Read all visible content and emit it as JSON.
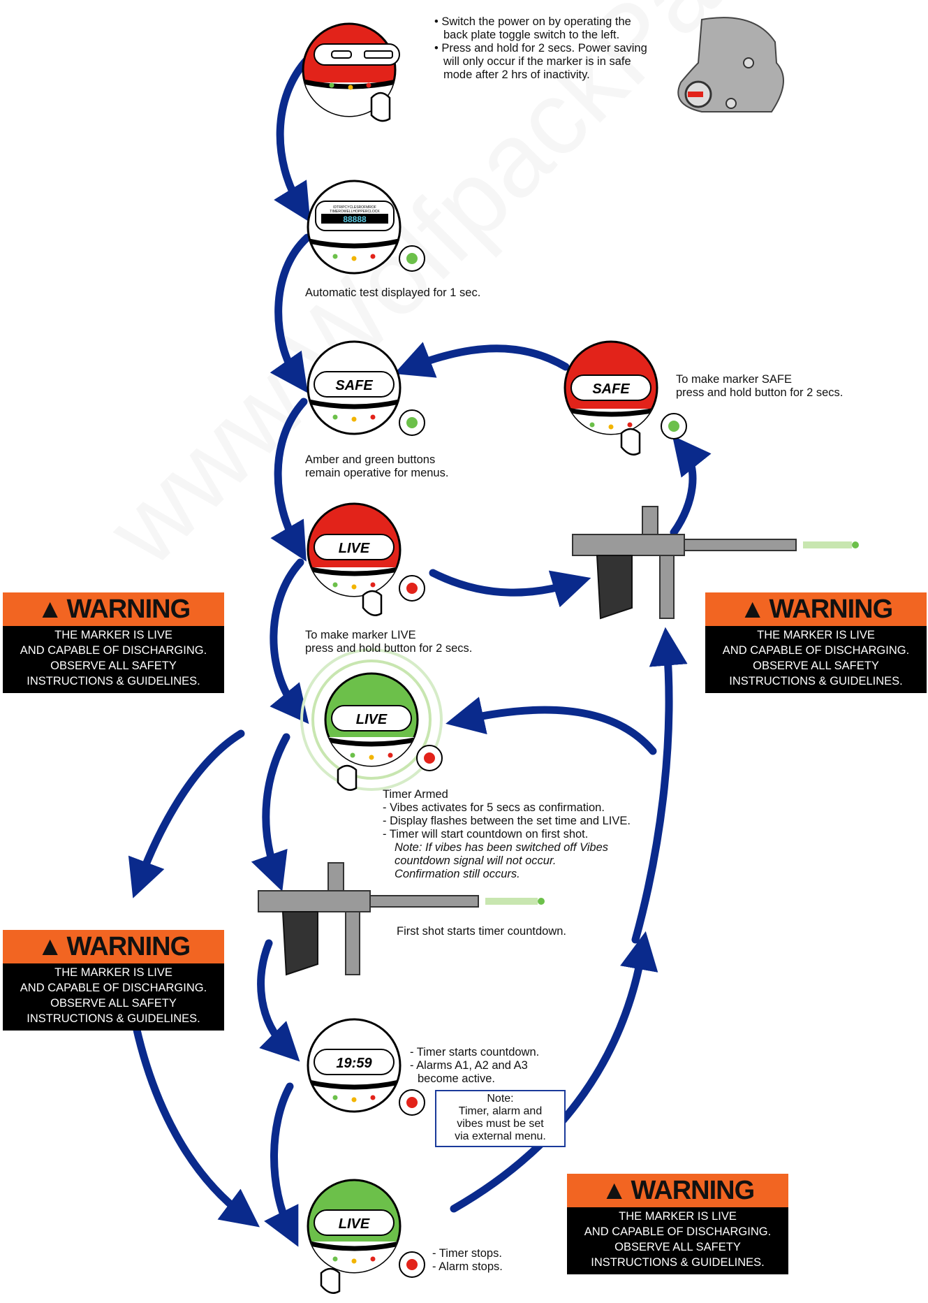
{
  "watermark": "www.WolfpackPaintballTeam.com",
  "colors": {
    "red": "#e2231a",
    "green": "#6cc04a",
    "white": "#ffffff",
    "arrow": "#0a2a8c",
    "warning_orange": "#f26522"
  },
  "step_power": {
    "bullets": [
      "• Switch the power on by operating the",
      "back plate toggle switch to the left.",
      "• Press and hold for 2 secs. Power saving",
      "will only occur if the marker is in safe",
      "mode after 2 hrs of inactivity."
    ]
  },
  "step_test": {
    "caption": "Automatic test displayed for 1 sec."
  },
  "step_safe": {
    "display": "SAFE",
    "caption": [
      "Amber and green buttons",
      "remain operative for menus."
    ]
  },
  "step_make_safe": {
    "display": "SAFE",
    "caption": [
      "To make marker SAFE",
      "press and hold button for 2 secs."
    ]
  },
  "step_live": {
    "display": "LIVE",
    "caption": [
      "To make marker LIVE",
      "press and hold button for 2 secs."
    ]
  },
  "step_armed": {
    "display": "LIVE",
    "title": "Timer Armed",
    "lines": [
      "- Vibes activates for 5 secs as confirmation.",
      "- Display flashes between the set time and LIVE.",
      "- Timer will start countdown on first shot."
    ],
    "note": [
      "Note: If vibes has been switched off Vibes",
      "countdown signal will not occur.",
      "Confirmation still occurs."
    ]
  },
  "step_first_shot": {
    "caption": "First shot starts timer countdown."
  },
  "step_countdown": {
    "display": "19:59",
    "lines": [
      "- Timer starts countdown.",
      "- Alarms A1, A2 and A3",
      "become active."
    ],
    "notebox": [
      "Note:",
      "Timer, alarm and",
      "vibes must be set",
      "via external menu."
    ]
  },
  "step_stop": {
    "display": "LIVE",
    "lines": [
      "- Timer stops.",
      "- Alarm stops."
    ]
  },
  "warnings": [
    {
      "title": "WARNING",
      "lines": [
        "THE MARKER IS LIVE",
        "AND CAPABLE OF DISCHARGING.",
        "OBSERVE ALL SAFETY",
        "INSTRUCTIONS & GUIDELINES."
      ]
    },
    {
      "title": "WARNING",
      "lines": [
        "THE MARKER IS LIVE",
        "AND CAPABLE OF DISCHARGING.",
        "OBSERVE ALL SAFETY",
        "INSTRUCTIONS & GUIDELINES."
      ]
    },
    {
      "title": "WARNING",
      "lines": [
        "THE MARKER IS LIVE",
        "AND CAPABLE OF DISCHARGING.",
        "OBSERVE ALL SAFETY",
        "INSTRUCTIONS & GUIDELINES."
      ]
    },
    {
      "title": "WARNING",
      "lines": [
        "THE MARKER IS LIVE",
        "AND CAPABLE OF DISCHARGING.",
        "OBSERVE ALL SAFETY",
        "INSTRUCTIONS & GUIDELINES."
      ]
    }
  ],
  "test_screen": {
    "line1": "IDTRIPCYCLESROFMROF",
    "line2": "TIMEROWELLHOPPERCLOCK",
    "digits": "88888"
  }
}
